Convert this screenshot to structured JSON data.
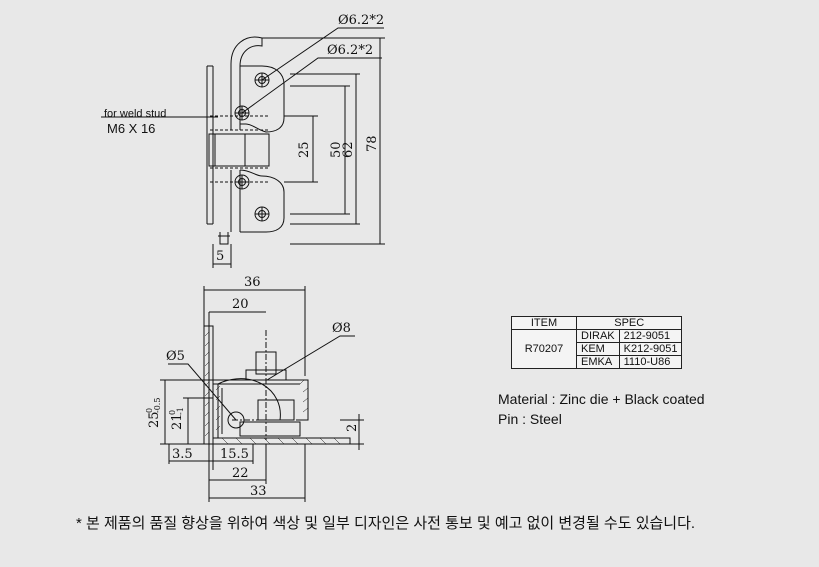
{
  "top_view": {
    "hole_label_upper": "Ø6.2*2",
    "hole_label_lower": "Ø6.2*2",
    "weld_stud_label": "for weld stud",
    "weld_stud_size": "M6 X 16",
    "dims": {
      "d25": "25",
      "d50": "50",
      "d62": "62",
      "d78": "78",
      "d5": "5"
    }
  },
  "side_view": {
    "dims": {
      "d36": "36",
      "d20": "20",
      "d8": "Ø8",
      "d5": "Ø5",
      "d25": "25",
      "d25_tol_upper": "0",
      "d25_tol_lower": "-0.5",
      "d21": "21",
      "d21_tol_upper": "0",
      "d21_tol_lower": "-1",
      "d2": "2",
      "d3_5": "3.5",
      "d15_5": "15.5",
      "d22": "22",
      "d33": "33"
    }
  },
  "spec_table": {
    "header_item": "ITEM",
    "header_spec": "SPEC",
    "item": "R70207",
    "rows": [
      {
        "brand": "DIRAK",
        "code": "212-9051"
      },
      {
        "brand": "KEM",
        "code": "K212-9051"
      },
      {
        "brand": "EMKA",
        "code": "1110-U86"
      }
    ]
  },
  "material": {
    "material_line": "Material  :  Zinc die + Black coated",
    "pin_line": "Pin  :  Steel"
  },
  "footnote": "* 본 제품의 품질 향상을 위하여 색상 및 일부 디자인은 사전 통보 및 예고 없이 변경될 수도 있습니다."
}
